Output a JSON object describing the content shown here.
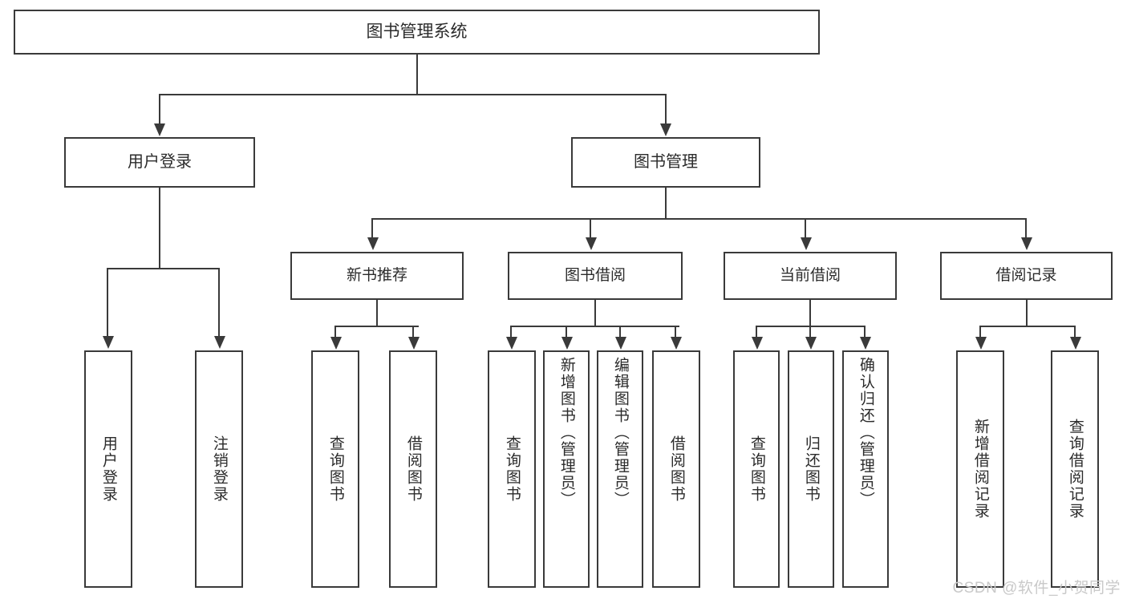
{
  "diagram": {
    "type": "tree",
    "title": "图书管理系统",
    "watermark": "CSDN @软件_小贺同学",
    "colors": {
      "border": "#3a3a3a",
      "text": "#2b2b2b",
      "background": "#ffffff",
      "watermark": "#c9c9c9"
    },
    "root": {
      "label": "图书管理系统"
    },
    "level2": [
      {
        "id": "user-login",
        "label": "用户登录"
      },
      {
        "id": "book-management",
        "label": "图书管理"
      }
    ],
    "level3": [
      {
        "id": "new-book-recommend",
        "label": "新书推荐"
      },
      {
        "id": "book-borrow",
        "label": "图书借阅"
      },
      {
        "id": "current-borrow",
        "label": "当前借阅"
      },
      {
        "id": "borrow-record",
        "label": "借阅记录"
      }
    ],
    "leaves": {
      "user_login": [
        {
          "id": "leaf-user-login",
          "label": "用户登录"
        },
        {
          "id": "leaf-logout",
          "label": "注销登录"
        }
      ],
      "new_book_recommend": [
        {
          "id": "leaf-query-book-1",
          "label": "查询图书"
        },
        {
          "id": "leaf-borrow-book-1",
          "label": "借阅图书"
        }
      ],
      "book_borrow": [
        {
          "id": "leaf-query-book-2",
          "label": "查询图书"
        },
        {
          "id": "leaf-add-book",
          "label": "新增图书（管理员）"
        },
        {
          "id": "leaf-edit-book",
          "label": "编辑图书（管理员）"
        },
        {
          "id": "leaf-borrow-book-2",
          "label": "借阅图书"
        }
      ],
      "current_borrow": [
        {
          "id": "leaf-query-book-3",
          "label": "查询图书"
        },
        {
          "id": "leaf-return-book",
          "label": "归还图书"
        },
        {
          "id": "leaf-confirm-return",
          "label": "确认归还（管理员）"
        }
      ],
      "borrow_record": [
        {
          "id": "leaf-add-record",
          "label": "新增借阅记录"
        },
        {
          "id": "leaf-query-record",
          "label": "查询借阅记录"
        }
      ]
    }
  }
}
